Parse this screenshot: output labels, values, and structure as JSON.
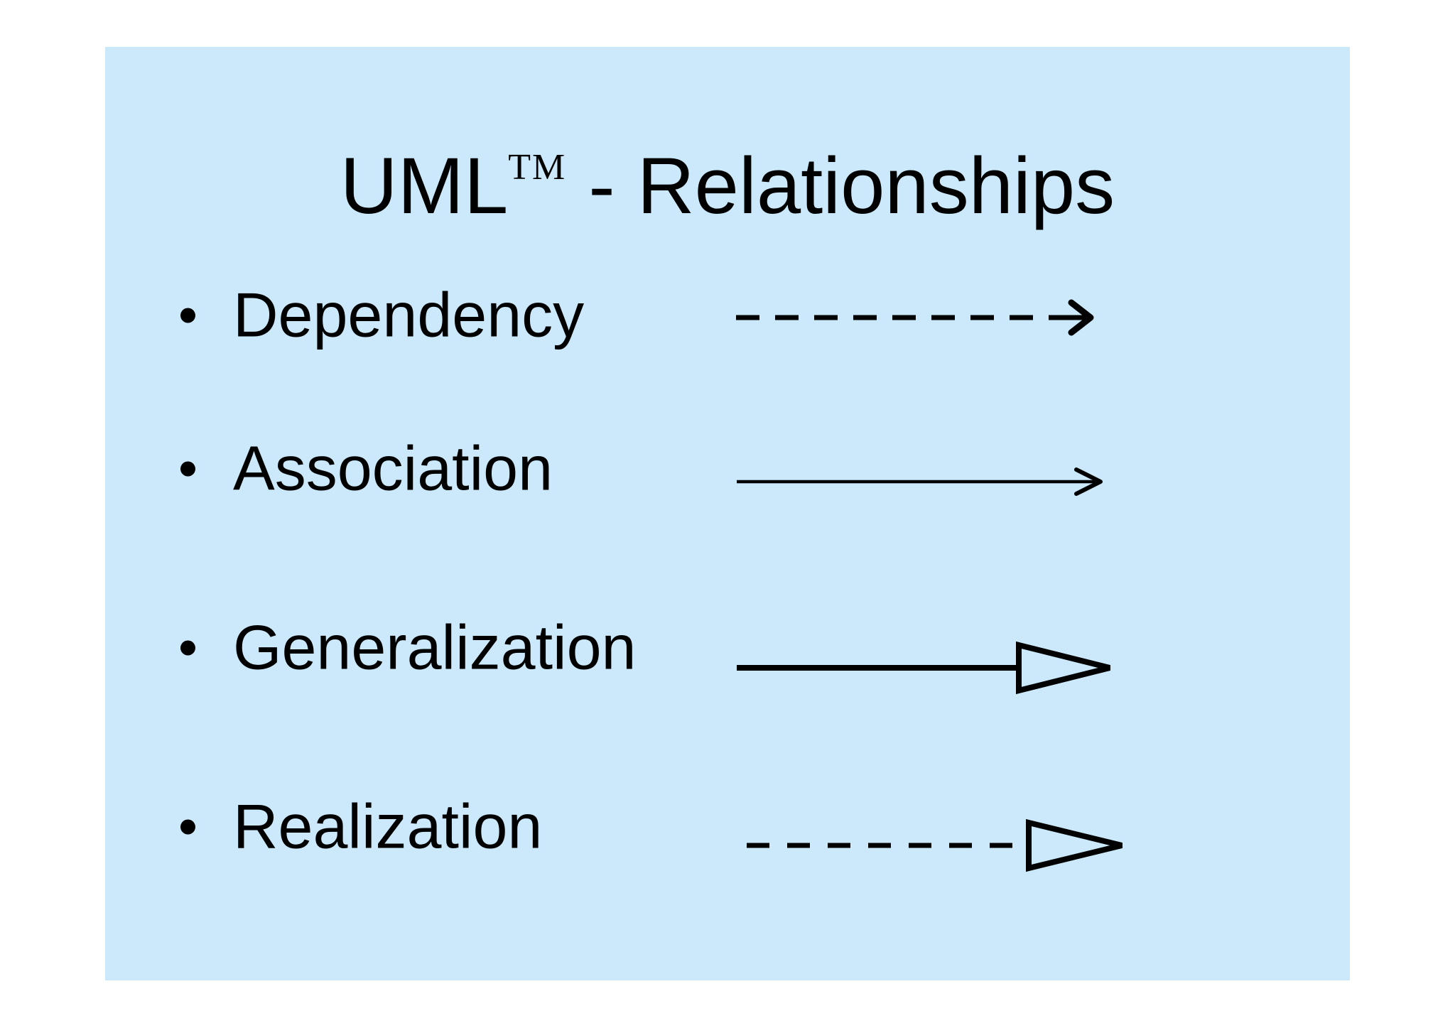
{
  "slide": {
    "title": {
      "prefix": "UML",
      "trademark": "TM",
      "suffix": " - Relationships"
    },
    "bullets": [
      {
        "label": "Dependency",
        "arrow_style": "dashed-line-open-arrowhead"
      },
      {
        "label": "Association",
        "arrow_style": "solid-line-open-arrowhead"
      },
      {
        "label": "Generalization",
        "arrow_style": "solid-line-hollow-triangle"
      },
      {
        "label": "Realization",
        "arrow_style": "dashed-line-hollow-triangle"
      }
    ],
    "colors": {
      "page_background": "#ffffff",
      "slide_background": "#cce9fb",
      "ink": "#000000"
    }
  }
}
